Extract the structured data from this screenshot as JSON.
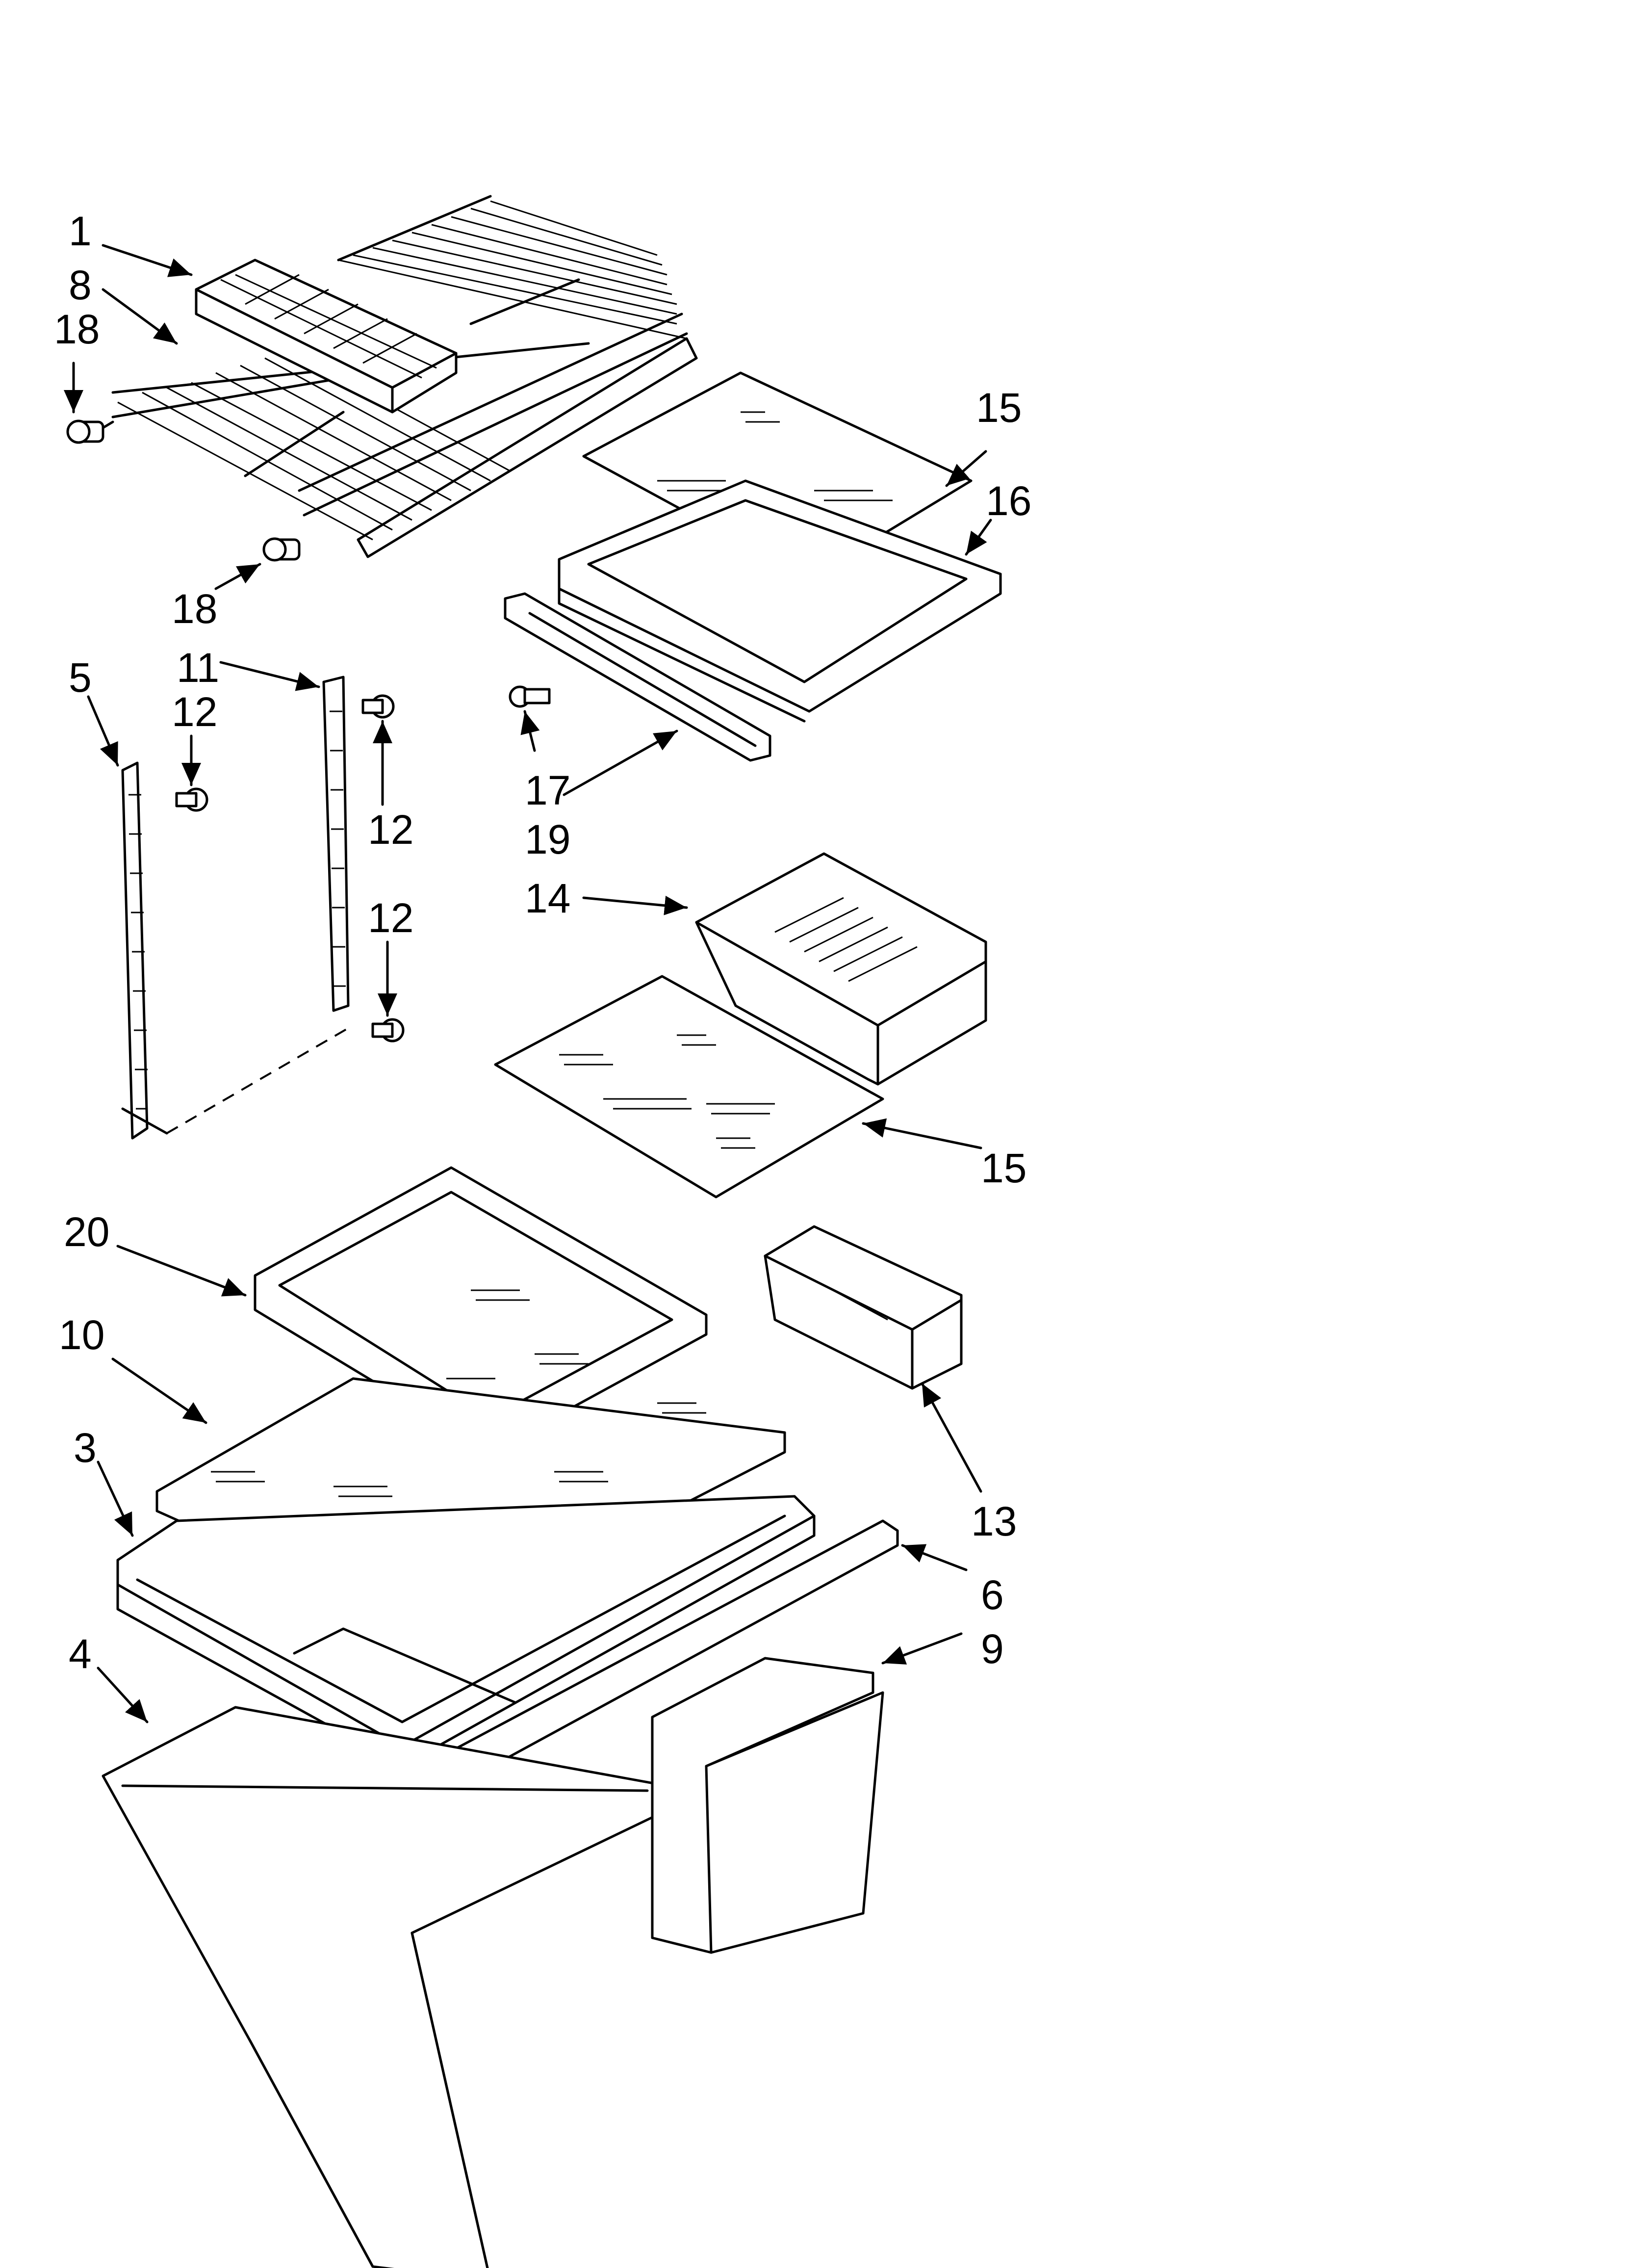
{
  "callouts": {
    "c1": "1",
    "c8": "8",
    "c18a": "18",
    "c18b": "18",
    "c15a": "15",
    "c16": "16",
    "c5": "5",
    "c11": "11",
    "c12a": "12",
    "c12b": "12",
    "c12c": "12",
    "c17": "17",
    "c19": "19",
    "c14": "14",
    "c15b": "15",
    "c20": "20",
    "c10": "10",
    "c13": "13",
    "c3": "3",
    "c6": "6",
    "c9": "9",
    "c4": "4"
  },
  "colors": {
    "ink": "#000000",
    "paper": "#ffffff"
  }
}
